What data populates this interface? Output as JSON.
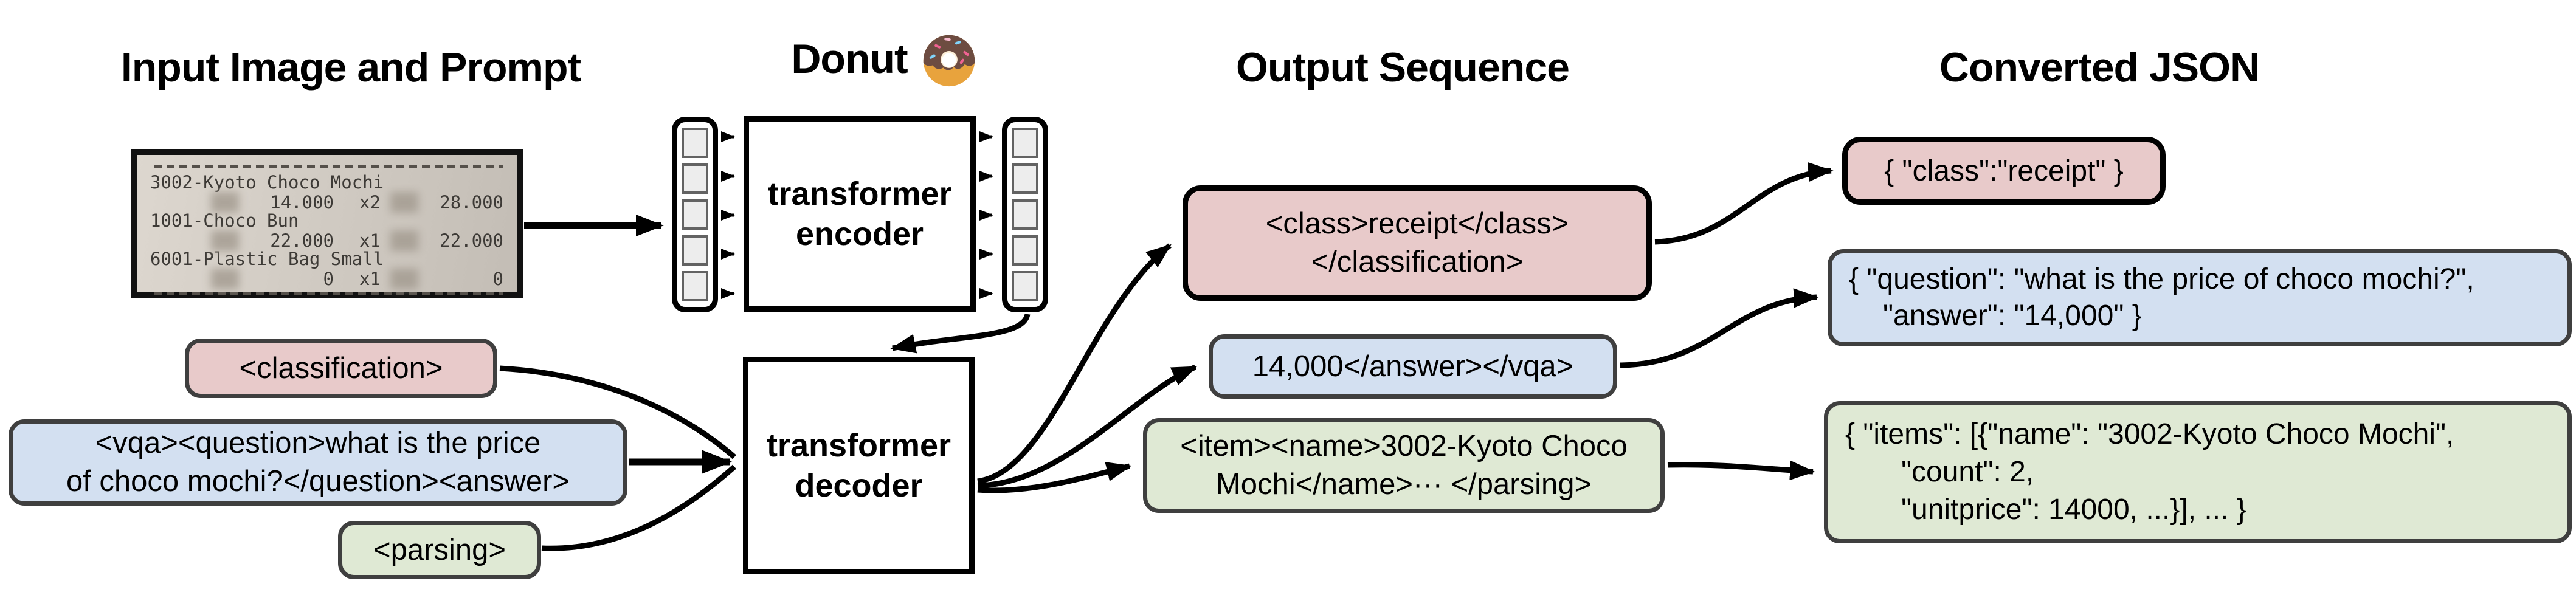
{
  "headers": {
    "input": "Input Image and Prompt",
    "model": "Donut",
    "model_icon": "donut-emoji",
    "output": "Output Sequence",
    "json": "Converted JSON"
  },
  "receipt": {
    "items": [
      {
        "name": "3002-Kyoto Choco Mochi",
        "price": "14.000",
        "qty": "x2",
        "total": "28.000"
      },
      {
        "name": "1001-Choco Bun",
        "price": "22.000",
        "qty": "x1",
        "total": "22.000"
      },
      {
        "name": "6001-Plastic Bag Small",
        "price": "0",
        "qty": "x1",
        "total": "0"
      }
    ]
  },
  "model": {
    "encoder_line1": "transformer",
    "encoder_line2": "encoder",
    "decoder_line1": "transformer",
    "decoder_line2": "decoder"
  },
  "prompts": {
    "classification": "<classification>",
    "vqa_line1": "<vqa><question>what is the price",
    "vqa_line2": "of choco mochi?</question><answer>",
    "parsing": "<parsing>"
  },
  "outputs": {
    "classification_line1": "<class>receipt</class>",
    "classification_line2": "</classification>",
    "vqa": "14,000</answer></vqa>",
    "parsing_line1": "<item><name>3002-Kyoto Choco",
    "parsing_line2": "Mochi</name>··· </parsing>"
  },
  "json_outputs": {
    "classification": "{ \"class\":\"receipt\" }",
    "vqa_line1": "{ \"question\": \"what is the price of choco mochi?\",",
    "vqa_line2": "\"answer\": \"14,000\" }",
    "parsing_line1": "{ \"items\": [{\"name\": \"3002-Kyoto Choco Mochi\",",
    "parsing_line2": "\"count\": 2,",
    "parsing_line3": "\"unitprice\": 14000, ...}], ... }"
  },
  "colors": {
    "classification_fill": "#e8caca",
    "vqa_fill": "#d3e0f1",
    "parsing_fill": "#dfe9d4",
    "arrow": "#000000"
  }
}
